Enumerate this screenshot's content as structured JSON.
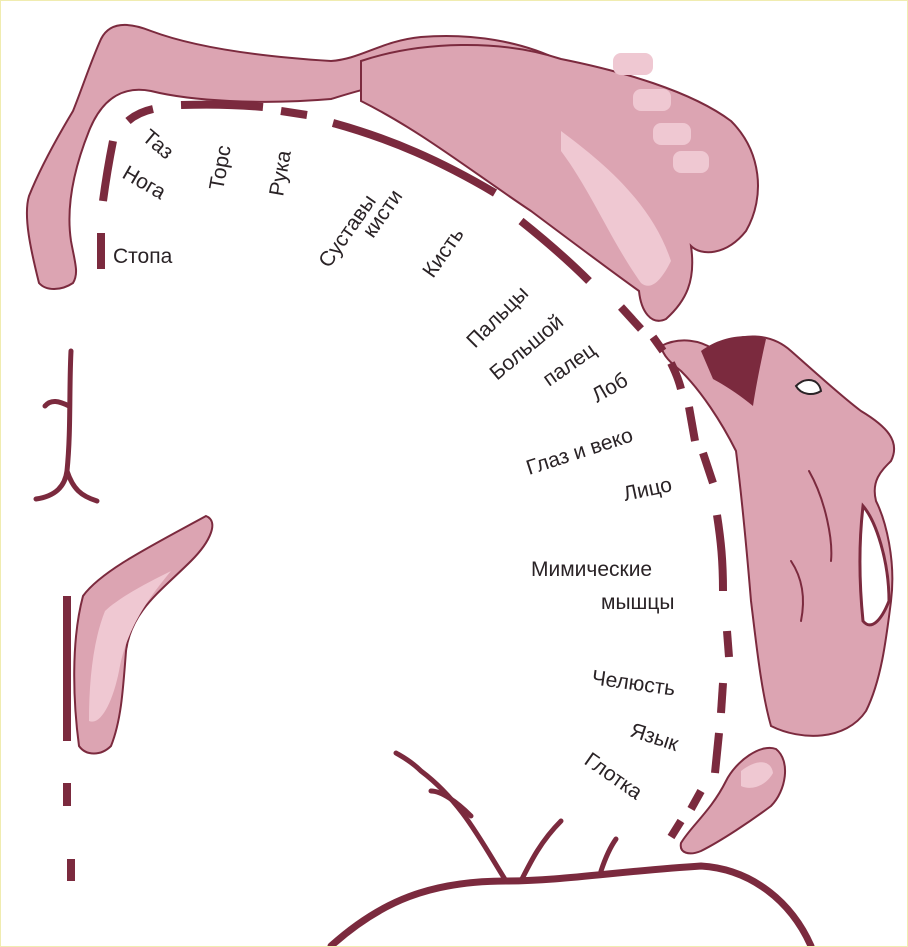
{
  "diagram": {
    "colors": {
      "body": "#dca4b2",
      "body_light": "#efc8d2",
      "outline": "#7b2a3e",
      "label": "#2a2326",
      "background": "#ffffff"
    },
    "labels": {
      "taz": "Таз",
      "noga": "Нога",
      "stopa": "Стопа",
      "tors": "Торс",
      "ruka": "Рука",
      "sustavy_kisti_1": "Суставы",
      "sustavy_kisti_2": "кисти",
      "kist": "Кисть",
      "paltsy": "Пальцы",
      "bolshoy_1": "Большой",
      "bolshoy_2": "палец",
      "lob": "Лоб",
      "glaz": "Глаз и веко",
      "litso": "Лицо",
      "mimicheskie_1": "Мимические",
      "mimicheskie_2": "мышцы",
      "chelyust": "Челюсть",
      "yazyk": "Язык",
      "glotka": "Глотка"
    },
    "icons": [
      "foot-leg-figure",
      "hand-figure",
      "face-figure",
      "tongue-figure",
      "blood-vessel"
    ]
  }
}
